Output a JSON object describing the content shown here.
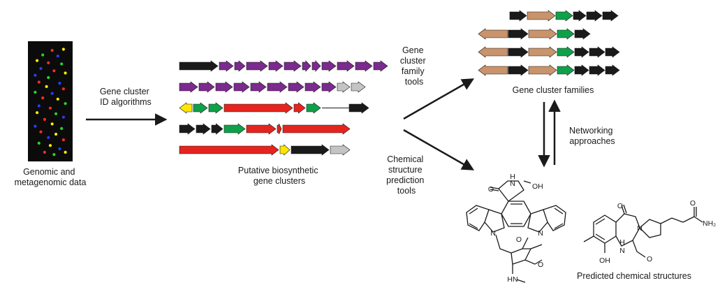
{
  "labels": {
    "genomic": [
      "Genomic and",
      "metagenomic data"
    ],
    "id_algorithms": [
      "Gene cluster",
      "ID algorithms"
    ],
    "putative": [
      "Putative biosynthetic",
      "gene clusters"
    ],
    "family_tools": [
      "Gene",
      "cluster",
      "family",
      "tools"
    ],
    "structure_tools": [
      "Chemical",
      "structure",
      "prediction",
      "tools"
    ],
    "families": "Gene cluster families",
    "networking": [
      "Networking",
      "approaches"
    ],
    "predicted": "Predicted chemical structures"
  },
  "colors": {
    "black": "#1a1a1a",
    "purple": "#7b2a8e",
    "green": "#0fa04a",
    "red": "#e52420",
    "yellow": "#ffe600",
    "gray": "#c4c4c4",
    "tan": "#c9936b",
    "dot_red": "#ff2a2a",
    "dot_green": "#2bd12b",
    "dot_yellow": "#ffee00",
    "dot_blue": "#2a3cff"
  },
  "gene_clusters": [
    {
      "genes": [
        [
          "black",
          55,
          1
        ],
        [
          "purple",
          20,
          1
        ],
        [
          "purple",
          15,
          1
        ],
        [
          "purple",
          30,
          1
        ],
        [
          "purple",
          20,
          1
        ],
        [
          "purple",
          24,
          1
        ],
        [
          "purple",
          12,
          1
        ],
        [
          "purple",
          12,
          1
        ],
        [
          "purple",
          20,
          1
        ],
        [
          "purple",
          24,
          1
        ],
        [
          "purple",
          24,
          1
        ],
        [
          "purple",
          20,
          1
        ]
      ]
    },
    {
      "genes": [
        [
          "purple",
          26,
          1
        ],
        [
          "purple",
          22,
          1
        ],
        [
          "purple",
          24,
          1
        ],
        [
          "purple",
          22,
          1
        ],
        [
          "purple",
          22,
          1
        ],
        [
          "purple",
          28,
          1
        ],
        [
          "purple",
          22,
          1
        ],
        [
          "purple",
          22,
          1
        ],
        [
          "purple",
          20,
          1
        ],
        [
          "gray",
          18,
          1
        ],
        [
          "gray",
          20,
          1
        ]
      ]
    },
    {
      "genes": [
        [
          "yellow",
          18,
          -1
        ],
        [
          "green",
          20,
          1
        ],
        [
          "green",
          20,
          1
        ],
        [
          "red",
          98,
          1
        ],
        [
          "red",
          16,
          1
        ],
        [
          "green",
          20,
          1
        ]
      ],
      "tail": [
        "black",
        28,
        1
      ]
    },
    {
      "genes": [
        [
          "black",
          22,
          1
        ],
        [
          "black",
          20,
          1
        ],
        [
          "black",
          16,
          1
        ],
        [
          "green",
          30,
          1
        ],
        [
          "red",
          42,
          1
        ],
        [
          "red",
          6,
          1
        ],
        [
          "red",
          96,
          1
        ]
      ]
    },
    {
      "genes": [
        [
          "red",
          142,
          1
        ],
        [
          "yellow",
          14,
          1
        ],
        [
          "black",
          54,
          1
        ],
        [
          "gray",
          28,
          1
        ]
      ]
    }
  ],
  "family_clusters": [
    {
      "genes": [
        [
          "black",
          24,
          1
        ],
        [
          "tan",
          40,
          1
        ],
        [
          "green",
          24,
          1
        ],
        [
          "black",
          18,
          1
        ],
        [
          "black",
          22,
          1
        ],
        [
          "black",
          22,
          1
        ]
      ]
    },
    {
      "genes": [
        [
          "tan",
          42,
          -1
        ],
        [
          "black",
          28,
          1
        ],
        [
          "tan",
          40,
          1
        ],
        [
          "green",
          24,
          1
        ],
        [
          "black",
          22,
          1
        ]
      ]
    },
    {
      "genes": [
        [
          "tan",
          42,
          -1
        ],
        [
          "black",
          28,
          1
        ],
        [
          "tan",
          40,
          1
        ],
        [
          "green",
          24,
          1
        ],
        [
          "black",
          20,
          1
        ],
        [
          "black",
          22,
          1
        ],
        [
          "black",
          20,
          1
        ]
      ]
    },
    {
      "genes": [
        [
          "tan",
          42,
          -1
        ],
        [
          "black",
          28,
          1
        ],
        [
          "tan",
          40,
          1
        ],
        [
          "green",
          24,
          1
        ],
        [
          "black",
          20,
          1
        ],
        [
          "black",
          22,
          1
        ],
        [
          "black",
          20,
          1
        ]
      ]
    }
  ],
  "dots": [
    [
      "dot_red",
      0.55,
      0.05
    ],
    [
      "dot_yellow",
      0.85,
      0.04
    ],
    [
      "dot_green",
      0.3,
      0.09
    ],
    [
      "dot_blue",
      0.7,
      0.1
    ],
    [
      "dot_yellow",
      0.15,
      0.14
    ],
    [
      "dot_red",
      0.45,
      0.16
    ],
    [
      "dot_green",
      0.8,
      0.17
    ],
    [
      "dot_blue",
      0.25,
      0.21
    ],
    [
      "dot_red",
      0.6,
      0.23
    ],
    [
      "dot_yellow",
      0.9,
      0.25
    ],
    [
      "dot_blue",
      0.1,
      0.27
    ],
    [
      "dot_green",
      0.45,
      0.29
    ],
    [
      "dot_red",
      0.2,
      0.33
    ],
    [
      "dot_blue",
      0.75,
      0.34
    ],
    [
      "dot_yellow",
      0.4,
      0.37
    ],
    [
      "dot_red",
      0.85,
      0.39
    ],
    [
      "dot_green",
      0.1,
      0.42
    ],
    [
      "dot_blue",
      0.55,
      0.43
    ],
    [
      "dot_red",
      0.3,
      0.47
    ],
    [
      "dot_yellow",
      0.7,
      0.48
    ],
    [
      "dot_green",
      0.9,
      0.52
    ],
    [
      "dot_blue",
      0.2,
      0.54
    ],
    [
      "dot_red",
      0.5,
      0.56
    ],
    [
      "dot_yellow",
      0.15,
      0.6
    ],
    [
      "dot_green",
      0.65,
      0.61
    ],
    [
      "dot_blue",
      0.85,
      0.64
    ],
    [
      "dot_red",
      0.35,
      0.66
    ],
    [
      "dot_yellow",
      0.55,
      0.7
    ],
    [
      "dot_blue",
      0.1,
      0.72
    ],
    [
      "dot_green",
      0.8,
      0.74
    ],
    [
      "dot_red",
      0.25,
      0.77
    ],
    [
      "dot_yellow",
      0.65,
      0.79
    ],
    [
      "dot_blue",
      0.45,
      0.82
    ],
    [
      "dot_red",
      0.85,
      0.84
    ],
    [
      "dot_green",
      0.2,
      0.87
    ],
    [
      "dot_yellow",
      0.5,
      0.89
    ],
    [
      "dot_blue",
      0.75,
      0.92
    ],
    [
      "dot_red",
      0.35,
      0.95
    ],
    [
      "dot_yellow",
      0.9,
      0.95
    ],
    [
      "dot_green",
      0.6,
      0.97
    ]
  ],
  "atoms": {
    "a": {
      "N": "N",
      "H": "H",
      "O": "O",
      "OH": "OH",
      "OMe": "O",
      "HN": "HN"
    },
    "b": {
      "O": "O",
      "N": "N",
      "OH": "OH",
      "H": "H",
      "NH": "N",
      "O2": "O",
      "NH2": "NH₂",
      "OMe": "O"
    }
  }
}
